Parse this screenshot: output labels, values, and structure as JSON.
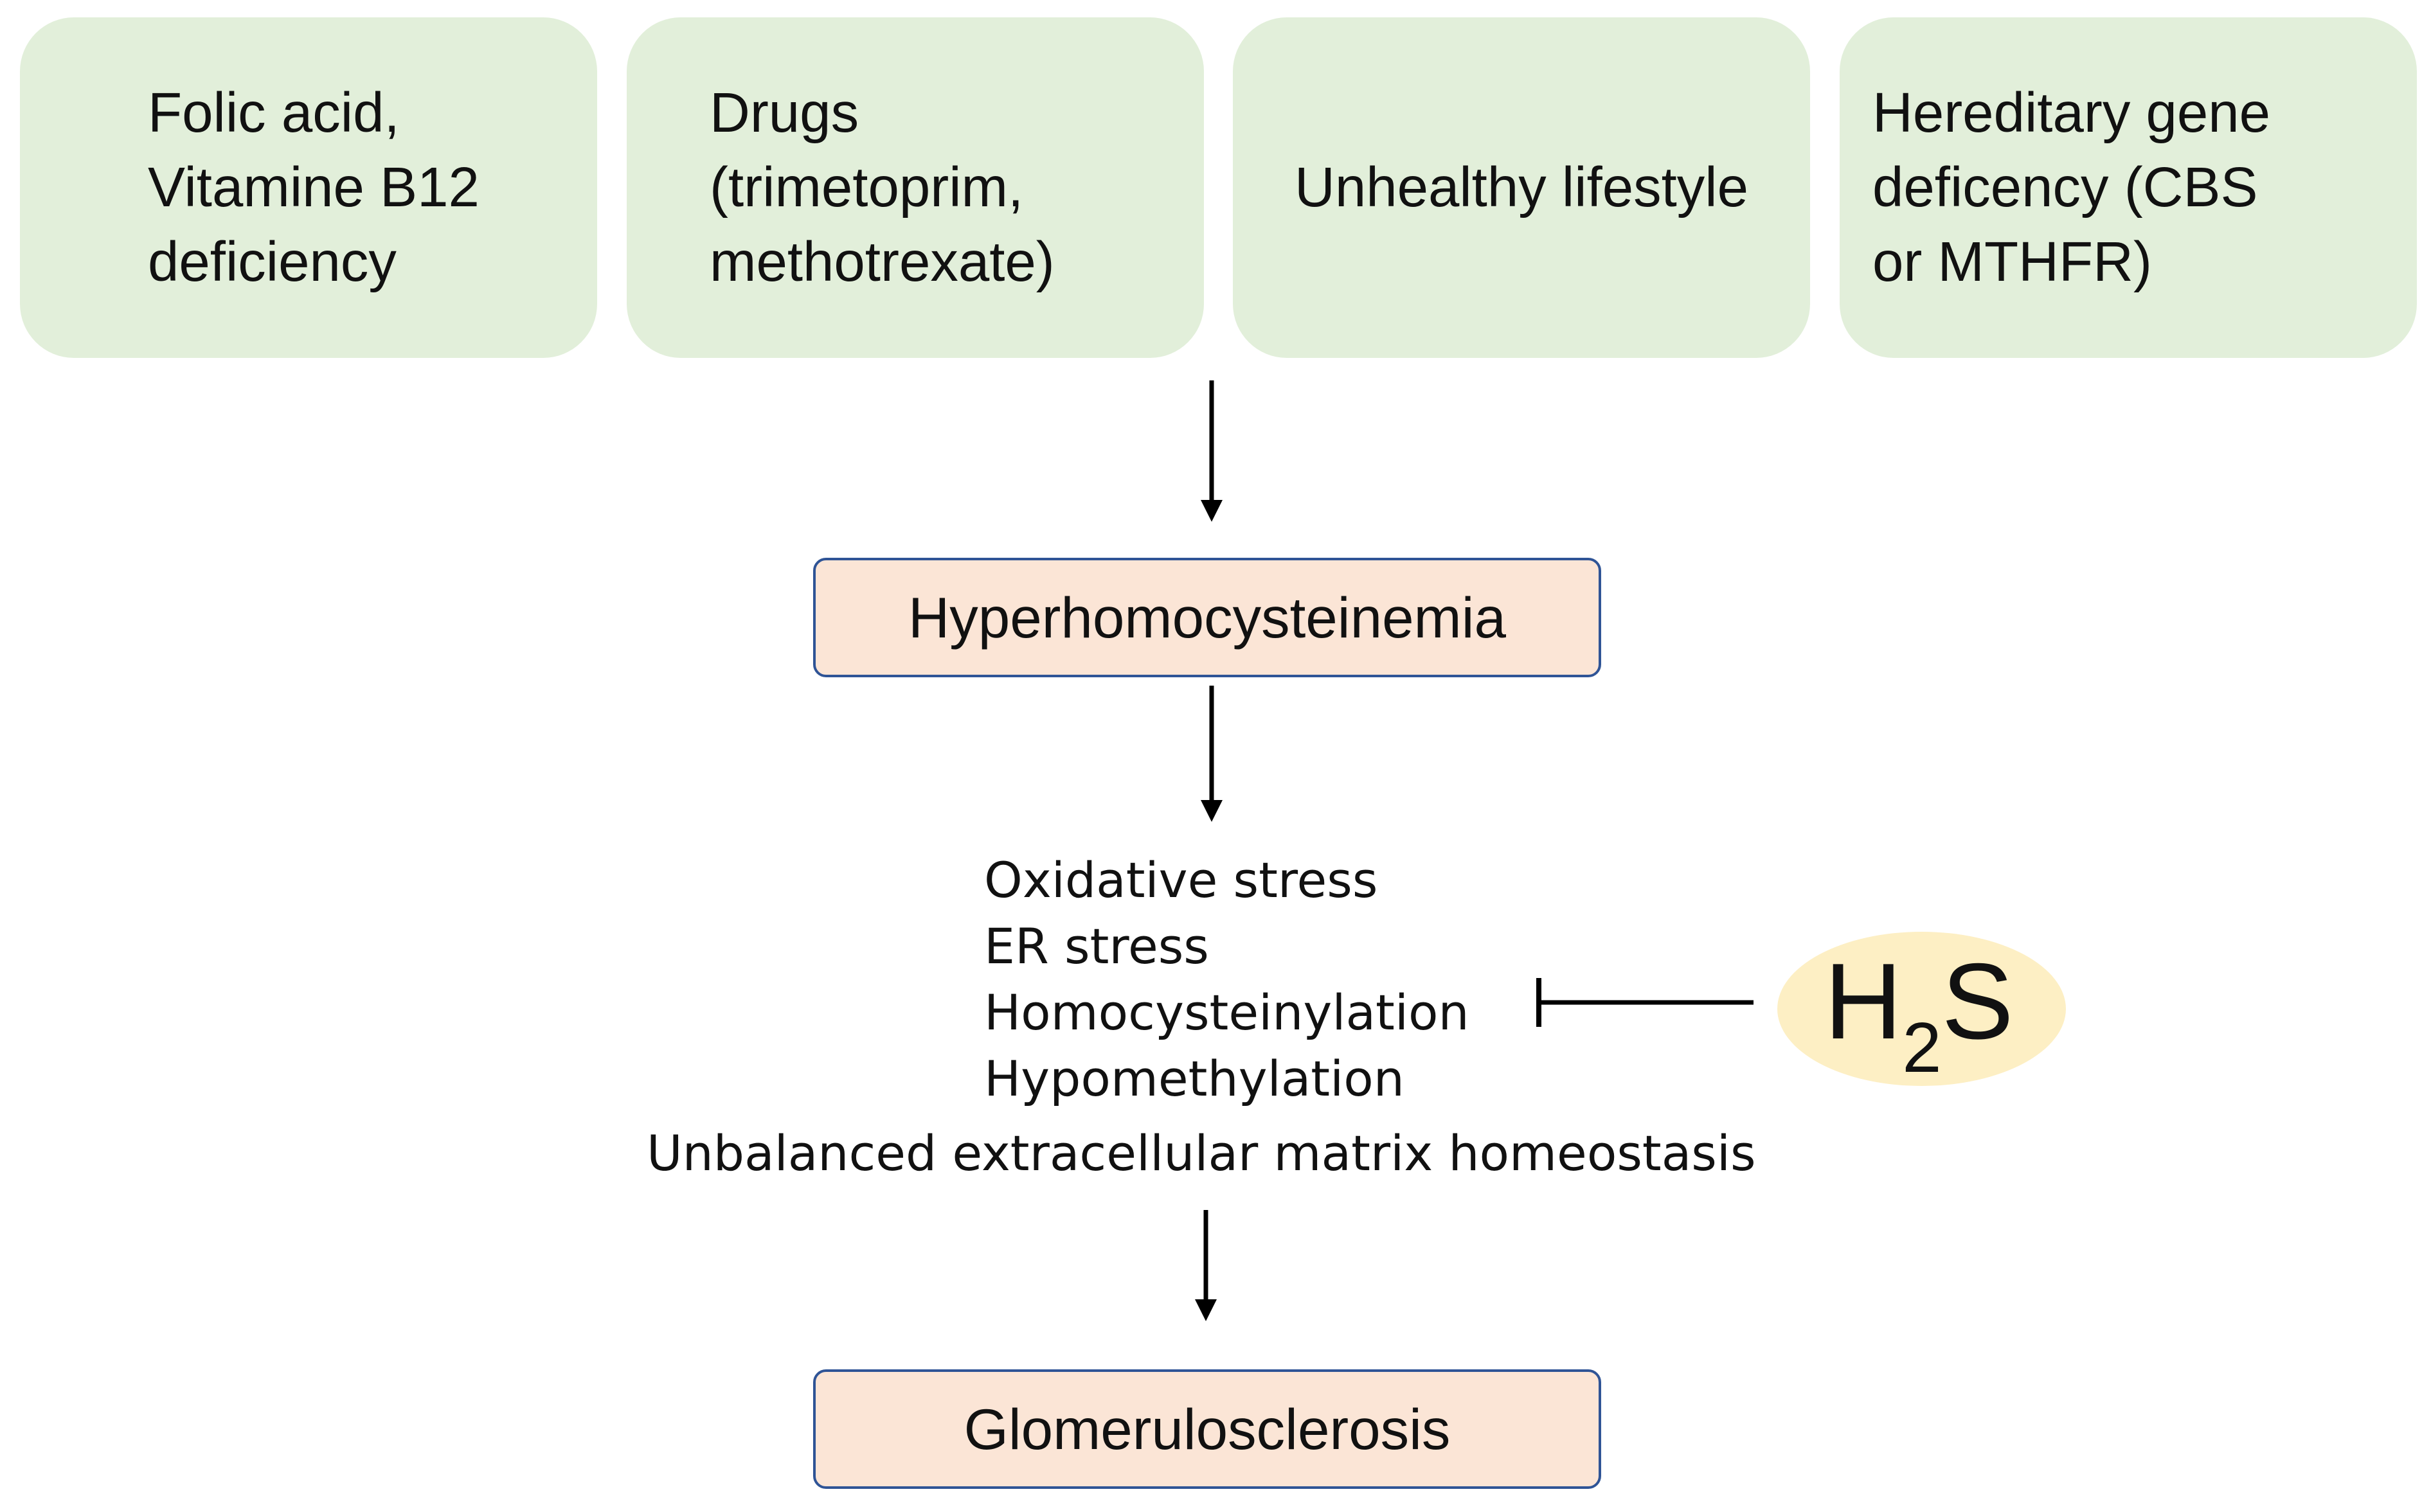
{
  "causes": [
    {
      "label": "Folic acid,\nVitamine B12\ndeficiency"
    },
    {
      "label": "Drugs\n(trimetoprim,\nmethotrexate)"
    },
    {
      "label": "Unhealthy lifestyle"
    },
    {
      "label": "Hereditary gene\ndeficency (CBS\nor MTHFR)"
    }
  ],
  "hyper": {
    "label": "Hyperhomocysteinemia"
  },
  "mechanisms": {
    "items": [
      "Oxidative stress",
      "ER stress",
      "Homocysteinylation",
      "Hypomethylation"
    ],
    "summary": "Unbalanced extracellular matrix homeostasis"
  },
  "inhibitor": {
    "main": "H",
    "subscript": "2",
    "tail": "S"
  },
  "outcome": {
    "label": "Glomerulosclerosis"
  },
  "colors": {
    "cause_fill": "#e2efda",
    "outcome_fill": "#fbe5d6",
    "outcome_border": "#2f5496",
    "inhibitor_fill": "#fdefc4",
    "arrow": "#000000"
  }
}
